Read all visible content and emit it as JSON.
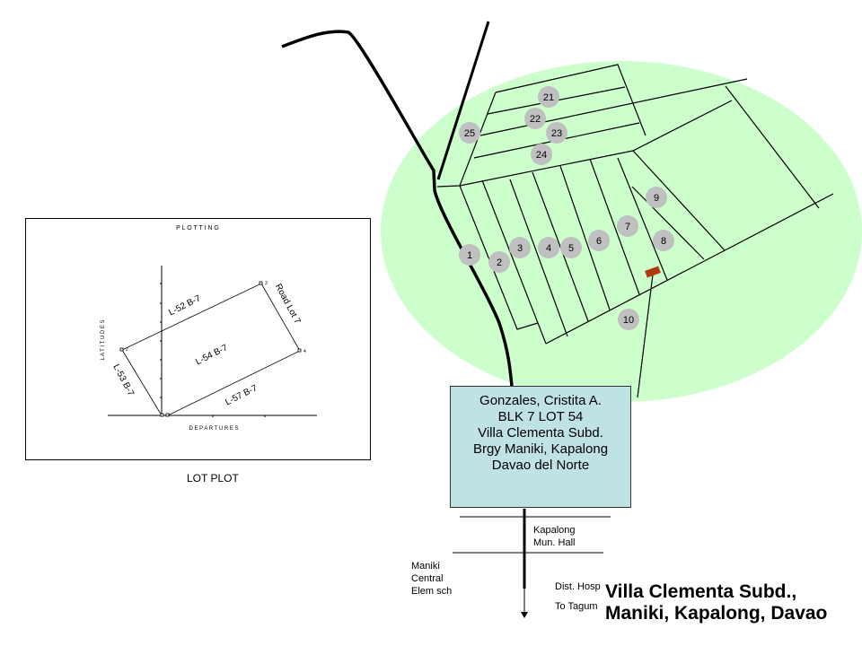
{
  "map": {
    "lots": [
      {
        "label": "21"
      },
      {
        "label": "22"
      },
      {
        "label": "23"
      },
      {
        "label": "24"
      },
      {
        "label": "25"
      },
      {
        "label": "1"
      },
      {
        "label": "2"
      },
      {
        "label": "3"
      },
      {
        "label": "4"
      },
      {
        "label": "5"
      },
      {
        "label": "6"
      },
      {
        "label": "7"
      },
      {
        "label": "8"
      },
      {
        "label": "9"
      },
      {
        "label": "10"
      }
    ],
    "colors": {
      "area": "#ccffcc",
      "lot_marker": "#c0c0c0",
      "house": "#b03a10",
      "info_box": "#bfe2e5"
    }
  },
  "info_box": {
    "lines": [
      "Gonzales, Cristita A.",
      "BLK  7   LOT  54",
      "Villa Clementa Subd.",
      "Brgy Maniki, Kapalong",
      "Davao del Norte"
    ]
  },
  "landmarks": {
    "mun_hall": [
      "Kapalong",
      "Mun. Hall"
    ],
    "school": [
      "Maniki",
      "Central",
      "Elem sch"
    ],
    "hospital": "Dist. Hosp",
    "to_tagum": "To Tagum"
  },
  "title": {
    "line1": "Villa Clementa Subd.,",
    "line2": "Maniki, Kapalong, Davao"
  },
  "lot_plot": {
    "heading": "P L O T T I N G",
    "y_axis": "L A T I T U D E S",
    "x_axis": "D E P A R T U R E S",
    "caption": "LOT PLOT",
    "corners": [
      "2",
      "3",
      "4"
    ],
    "edges": {
      "top": "L-52  B-7",
      "right": "Road Lot 7",
      "bottom": "L-57  B-7",
      "left": "L-53  B-7",
      "center": "L-54  B-7"
    }
  }
}
